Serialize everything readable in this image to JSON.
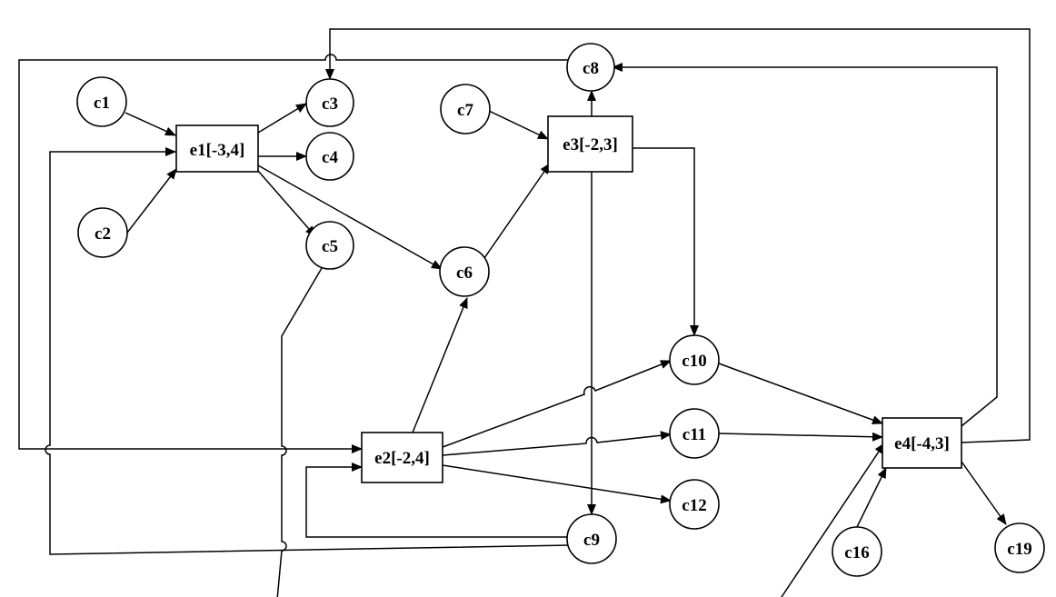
{
  "colors": {
    "stroke": "#000000",
    "fill": "#ffffff",
    "background": "#ffffff"
  },
  "diagram": {
    "events": [
      {
        "id": "e1",
        "label": "e1[-3,4]"
      },
      {
        "id": "e2",
        "label": "e2[-2,4]"
      },
      {
        "id": "e3",
        "label": "e3[-2,3]"
      },
      {
        "id": "e4",
        "label": "e4[-4,3]"
      }
    ],
    "conditions": [
      {
        "id": "c1",
        "label": "c1"
      },
      {
        "id": "c2",
        "label": "c2"
      },
      {
        "id": "c3",
        "label": "c3"
      },
      {
        "id": "c4",
        "label": "c4"
      },
      {
        "id": "c5",
        "label": "c5"
      },
      {
        "id": "c6",
        "label": "c6"
      },
      {
        "id": "c7",
        "label": "c7"
      },
      {
        "id": "c8",
        "label": "c8"
      },
      {
        "id": "c9",
        "label": "c9"
      },
      {
        "id": "c10",
        "label": "c10"
      },
      {
        "id": "c11",
        "label": "c11"
      },
      {
        "id": "c12",
        "label": "c12"
      },
      {
        "id": "c16",
        "label": "c16"
      },
      {
        "id": "c19",
        "label": "c19"
      }
    ],
    "edges": [
      {
        "from": "c1",
        "to": "e1"
      },
      {
        "from": "c2",
        "to": "e1"
      },
      {
        "from": "e1",
        "to": "c3"
      },
      {
        "from": "e1",
        "to": "c4"
      },
      {
        "from": "e1",
        "to": "c5"
      },
      {
        "from": "e1",
        "to": "c6"
      },
      {
        "from": "c7",
        "to": "e3"
      },
      {
        "from": "c6",
        "to": "e3"
      },
      {
        "from": "e3",
        "to": "c8"
      },
      {
        "from": "e3",
        "to": "c10"
      },
      {
        "from": "e3",
        "to": "c9"
      },
      {
        "from": "e2",
        "to": "c6"
      },
      {
        "from": "e2",
        "to": "c10"
      },
      {
        "from": "e2",
        "to": "c11"
      },
      {
        "from": "e2",
        "to": "c12"
      },
      {
        "from": "c10",
        "to": "e4"
      },
      {
        "from": "c11",
        "to": "e4"
      },
      {
        "from": "c16",
        "to": "e4"
      },
      {
        "from": "e4",
        "to": "c19"
      },
      {
        "from": "e4",
        "to": "c8"
      },
      {
        "from": "e4",
        "to": "c3"
      },
      {
        "from": "c8",
        "to": "e2"
      },
      {
        "from": "c9",
        "to": "e2"
      },
      {
        "from": "c9",
        "to": "e1"
      },
      {
        "from": "c5",
        "to": "e4"
      }
    ]
  }
}
